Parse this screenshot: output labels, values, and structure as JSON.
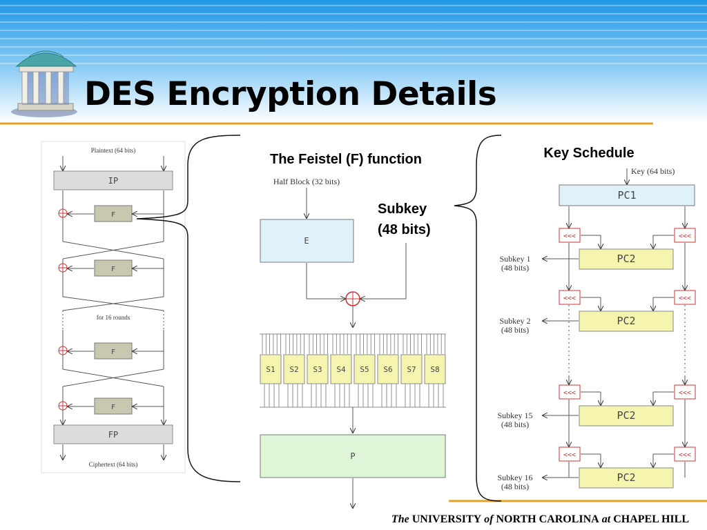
{
  "slide": {
    "title": "DES Encryption Details",
    "logo_icon": "old-well-icon",
    "accent_color": "#e8a020",
    "footer": {
      "the": "The",
      "university": "UNIVERSITY",
      "of": "of",
      "state": "NORTH CAROLINA",
      "at": "at",
      "city": "CHAPEL HILL"
    }
  },
  "left_diagram": {
    "input": "Plaintext (64 bits)",
    "ip": "IP",
    "f": "F",
    "rounds": "for 16 rounds",
    "fp": "FP",
    "output": "Ciphertext (64 bits)"
  },
  "feistel": {
    "heading": "The Feistel (F) function",
    "half_block": "Half Block (32 bits)",
    "e": "E",
    "subkey_line1": "Subkey",
    "subkey_line2": "(48 bits)",
    "sboxes": [
      "S1",
      "S2",
      "S3",
      "S4",
      "S5",
      "S6",
      "S7",
      "S8"
    ],
    "p": "P"
  },
  "key_schedule": {
    "heading": "Key Schedule",
    "key": "Key (64 bits)",
    "pc1": "PC1",
    "pc2": "PC2",
    "shift": "<<<",
    "subkeys": [
      {
        "name": "Subkey 1",
        "bits": "(48 bits)"
      },
      {
        "name": "Subkey 2",
        "bits": "(48 bits)"
      },
      {
        "name": "Subkey 15",
        "bits": "(48 bits)"
      },
      {
        "name": "Subkey 16",
        "bits": "(48 bits)"
      }
    ]
  }
}
